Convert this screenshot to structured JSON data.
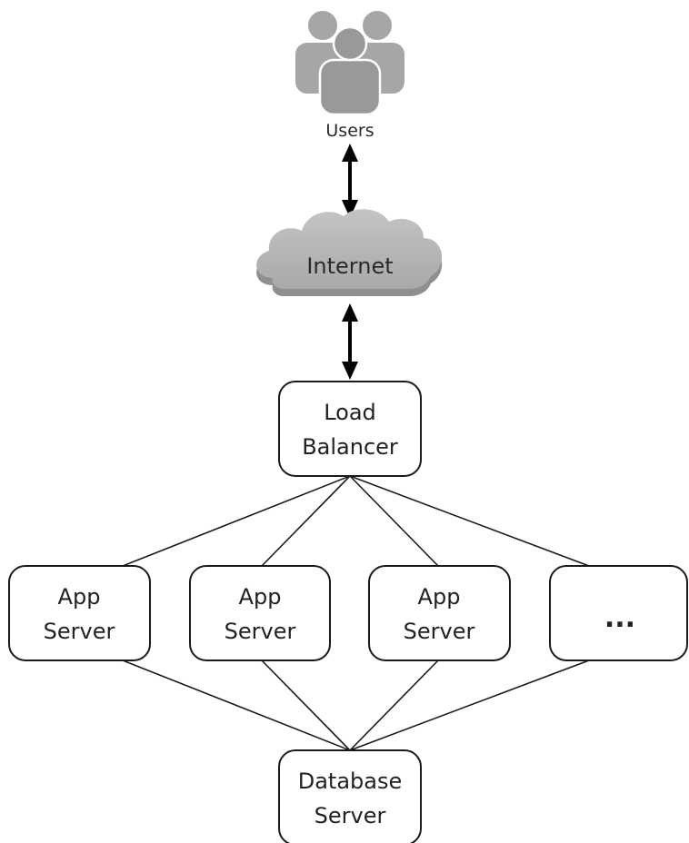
{
  "users": {
    "label": "Users"
  },
  "internet": {
    "label": "Internet"
  },
  "load_balancer": {
    "line1": "Load",
    "line2": "Balancer"
  },
  "app_servers": [
    {
      "line1": "App",
      "line2": "Server"
    },
    {
      "line1": "App",
      "line2": "Server"
    },
    {
      "line1": "App",
      "line2": "Server"
    }
  ],
  "more_servers": {
    "label": "..."
  },
  "database_server": {
    "line1": "Database",
    "line2": "Server"
  },
  "colors": {
    "icon_gray": "#a6a6a6",
    "cloud_gray": "#b3b3b3",
    "line": "#1a1a1a"
  }
}
